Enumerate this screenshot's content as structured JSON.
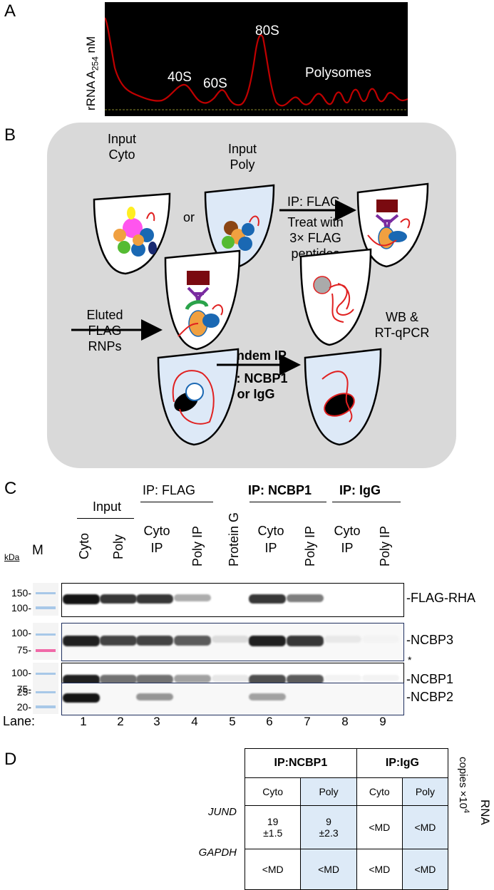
{
  "panel_labels": {
    "a": "A",
    "b": "B",
    "c": "C",
    "d": "D"
  },
  "panel_a": {
    "ylabel": "rRNA A",
    "ylabel_sub": "254",
    "ylabel_unit": " nM",
    "peaks": {
      "p40": "40S",
      "p60": "60S",
      "p80": "80S",
      "poly": "Polysomes"
    },
    "colors": {
      "background": "#000000",
      "trace": "#c00000",
      "baseline": "#8a8a2a"
    }
  },
  "panel_b": {
    "input_cyto": [
      "Input",
      "Cyto"
    ],
    "input_poly": [
      "Input",
      "Poly"
    ],
    "or": "or",
    "ip_flag": "IP: FLAG",
    "treat": [
      "Treat with",
      "3× FLAG",
      "peptides"
    ],
    "eluted": [
      "Eluted",
      "FLAG RNPs"
    ],
    "tandem": "Tandem IP",
    "ip_ncbp1": [
      "IP: NCBP1",
      "or IgG"
    ],
    "wb": [
      "WB &",
      "RT-qPCR"
    ],
    "colors": {
      "panel": "#d9d9d9",
      "tube_fill": "#dde9f7",
      "rna": "#e02020",
      "antibody": "#7a2ca0",
      "bead": "#7a0a10",
      "protein": "#f0a040"
    }
  },
  "panel_c": {
    "groups": {
      "input": "Input",
      "ip_flag": "IP: FLAG",
      "ip_ncbp1": "IP: NCBP1",
      "ip_igg": "IP: IgG"
    },
    "marker_col": "M",
    "kda": "kDa",
    "lanes": [
      {
        "label": [
          "Cyto"
        ],
        "num": "1"
      },
      {
        "label": [
          "Poly"
        ],
        "num": "2"
      },
      {
        "label": [
          "Cyto",
          "IP"
        ],
        "num": "3"
      },
      {
        "label": [
          "Poly IP"
        ],
        "num": "4"
      },
      {
        "label": [
          "Protein G"
        ],
        "num": "5"
      },
      {
        "label": [
          "Cyto",
          "IP"
        ],
        "num": "6"
      },
      {
        "label": [
          "Poly IP"
        ],
        "num": "7"
      },
      {
        "label": [
          "Cyto",
          "IP"
        ],
        "num": "8"
      },
      {
        "label": [
          "Poly IP"
        ],
        "num": "9"
      }
    ],
    "lane_label": "Lane:",
    "blots": [
      {
        "protein": "FLAG-RHA",
        "mw": [
          "150-",
          "100-"
        ],
        "intensity": [
          1.0,
          0.85,
          0.85,
          0.35,
          0,
          0.85,
          0.55,
          0,
          0
        ]
      },
      {
        "protein": "NCBP3",
        "mw": [
          "100-",
          "75-"
        ],
        "note": "*",
        "intensity": [
          0.95,
          0.8,
          0.8,
          0.7,
          0.15,
          0.95,
          0.85,
          0.1,
          0.05
        ]
      },
      {
        "protein": "NCBP1",
        "mw": [
          "100-",
          "75-"
        ],
        "intensity": [
          0.95,
          0.6,
          0.6,
          0.4,
          0.1,
          0.75,
          0.7,
          0.05,
          0.05
        ]
      },
      {
        "protein": "NCBP2",
        "mw": [
          "25-",
          "20-"
        ],
        "intensity": [
          1.0,
          0,
          0.45,
          0,
          0,
          0.4,
          0,
          0,
          0
        ]
      }
    ]
  },
  "panel_d": {
    "headers": [
      "IP:NCBP1",
      "IP:IgG"
    ],
    "subheaders": [
      "Cyto",
      "Poly",
      "Cyto",
      "Poly"
    ],
    "rows": [
      {
        "gene": "JUND",
        "values": [
          [
            "19",
            "±1.5"
          ],
          [
            "9",
            "±2.3"
          ],
          [
            "<MD"
          ],
          [
            "<MD"
          ]
        ]
      },
      {
        "gene": "GAPDH",
        "values": [
          [
            "<MD"
          ],
          [
            "<MD"
          ],
          [
            "<MD"
          ],
          [
            "<MD"
          ]
        ]
      }
    ],
    "side_label": "RNA",
    "side_label2": "copies ×10",
    "side_exp": "4",
    "colors": {
      "highlight": "#ddeaf7"
    }
  }
}
